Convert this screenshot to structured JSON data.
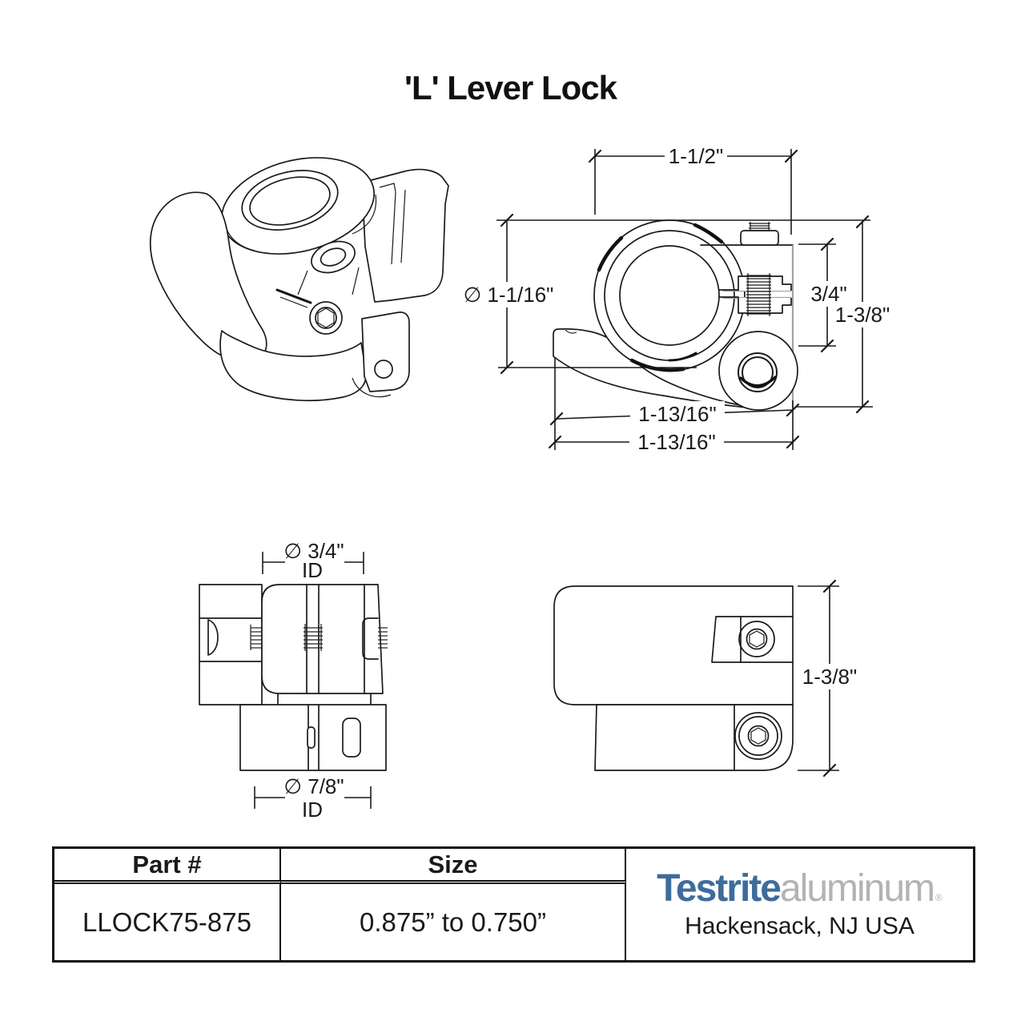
{
  "title": "'L' Lever Lock",
  "views": {
    "front": {
      "name": "front view",
      "dims": {
        "width": "1-1/2\"",
        "bore": "∅ 1-1/16\"",
        "clamp_height": "3/4\"",
        "overall_height": "1-3/8\"",
        "lever_reach": "1-13/16\"",
        "overall_width": "1-13/16\""
      }
    },
    "section": {
      "name": "top view",
      "dims": {
        "top_id": "∅ 3/4\"",
        "top_id_label": "ID",
        "bottom_id": "∅ 7/8\"",
        "bottom_id_label": "ID"
      }
    },
    "side": {
      "name": "side view",
      "dims": {
        "overall_height": "1-3/8\""
      }
    }
  },
  "table": {
    "headers": {
      "part": "Part #",
      "size": "Size"
    },
    "rows": [
      {
        "part_number": "LLOCK75-875",
        "size": "0.875” to 0.750”"
      }
    ]
  },
  "brand": {
    "name_primary": "Testrite",
    "name_secondary": "aluminum",
    "registered_mark": "®",
    "location": "Hackensack, NJ USA",
    "colors": {
      "primary": "#3d6c9c",
      "secondary": "#b1b3b5"
    }
  }
}
